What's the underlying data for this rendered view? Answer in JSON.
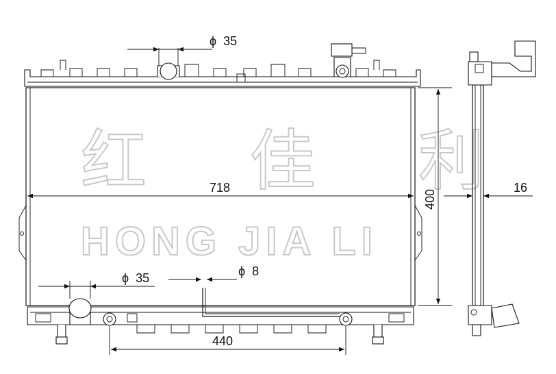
{
  "watermark": {
    "chinese": "红 佳 利",
    "english": "HONG JIA LI"
  },
  "dimensions": {
    "top_inlet": {
      "symbol": "ϕ",
      "value": "35"
    },
    "width": "718",
    "height": "400",
    "core_thickness": "16",
    "bottom_outlet": {
      "symbol": "ϕ",
      "value": "35"
    },
    "drain_pipe": {
      "symbol": "ϕ",
      "value": "8"
    },
    "bottom_spacing": "440"
  },
  "colors": {
    "line": "#111111",
    "watermark_stroke": "#c8c8c8"
  }
}
